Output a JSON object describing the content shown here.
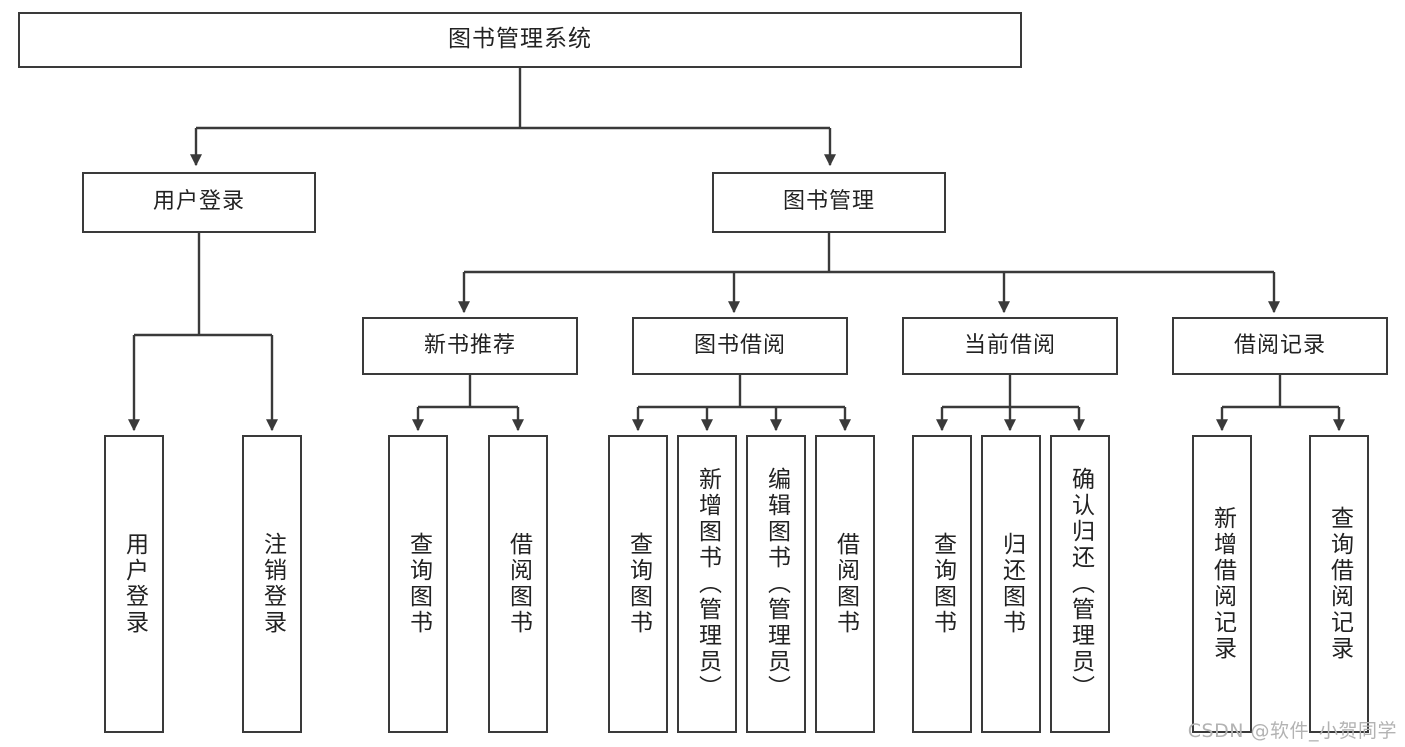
{
  "diagram": {
    "type": "tree-hierarchy",
    "title": "图书管理系统",
    "watermark": "CSDN @软件_小贺同学",
    "colors": {
      "box_border": "#3a3a3a",
      "box_fill": "#ffffff",
      "edge": "#3a3a3a",
      "text": "#222222",
      "watermark": "#b3b3b3"
    },
    "levels": {
      "root": "图书管理系统",
      "level2": [
        "用户登录",
        "图书管理"
      ],
      "level3": [
        "新书推荐",
        "图书借阅",
        "当前借阅",
        "借阅记录"
      ]
    },
    "nodes": {
      "root": {
        "label": "图书管理系统"
      },
      "user_login": {
        "label": "用户登录"
      },
      "book_manage": {
        "label": "图书管理"
      },
      "new_book_rec": {
        "label": "新书推荐"
      },
      "book_borrow": {
        "label": "图书借阅"
      },
      "current_borrow": {
        "label": "当前借阅"
      },
      "borrow_record": {
        "label": "借阅记录"
      }
    },
    "leaves": {
      "user_login": [
        {
          "label": "用户登录"
        },
        {
          "label": "注销登录"
        }
      ],
      "new_book_rec": [
        {
          "label": "查询图书"
        },
        {
          "label": "借阅图书"
        }
      ],
      "book_borrow": [
        {
          "label": "查询图书"
        },
        {
          "label": "新增图书（管理员）"
        },
        {
          "label": "编辑图书（管理员）"
        },
        {
          "label": "借阅图书"
        }
      ],
      "current_borrow": [
        {
          "label": "查询图书"
        },
        {
          "label": "归还图书"
        },
        {
          "label": "确认归还（管理员）"
        }
      ],
      "borrow_record": [
        {
          "label": "新增借阅记录"
        },
        {
          "label": "查询借阅记录"
        }
      ]
    }
  }
}
